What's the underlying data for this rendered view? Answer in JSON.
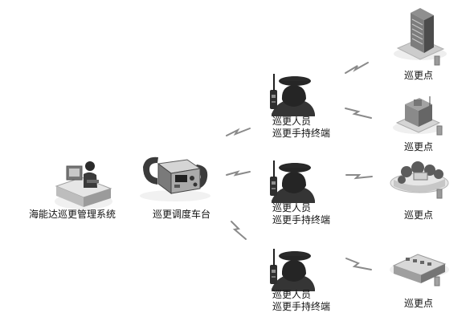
{
  "diagram": {
    "system_label": "海能达巡更管理系统",
    "dispatch_label": "巡更调度车台",
    "patrol_groups": [
      {
        "person_label": "巡更人员",
        "terminal_label": "巡更手持终端"
      },
      {
        "person_label": "巡更人员",
        "terminal_label": "巡更手持终端"
      },
      {
        "person_label": "巡更人员",
        "terminal_label": "巡更手持终端"
      }
    ],
    "checkpoints": [
      {
        "label": "巡更点",
        "icon": "office-tower-icon"
      },
      {
        "label": "巡更点",
        "icon": "building-complex-icon"
      },
      {
        "label": "巡更点",
        "icon": "park-area-icon"
      },
      {
        "label": "巡更点",
        "icon": "low-building-icon"
      }
    ],
    "link_icon": "wireless-signal-icon",
    "colors": {
      "line": "#8a8a8a",
      "figure": "#2b2b2b",
      "light_gray": "#d9d9d9",
      "mid_gray": "#9a9a9a",
      "dark_gray": "#444444"
    }
  }
}
